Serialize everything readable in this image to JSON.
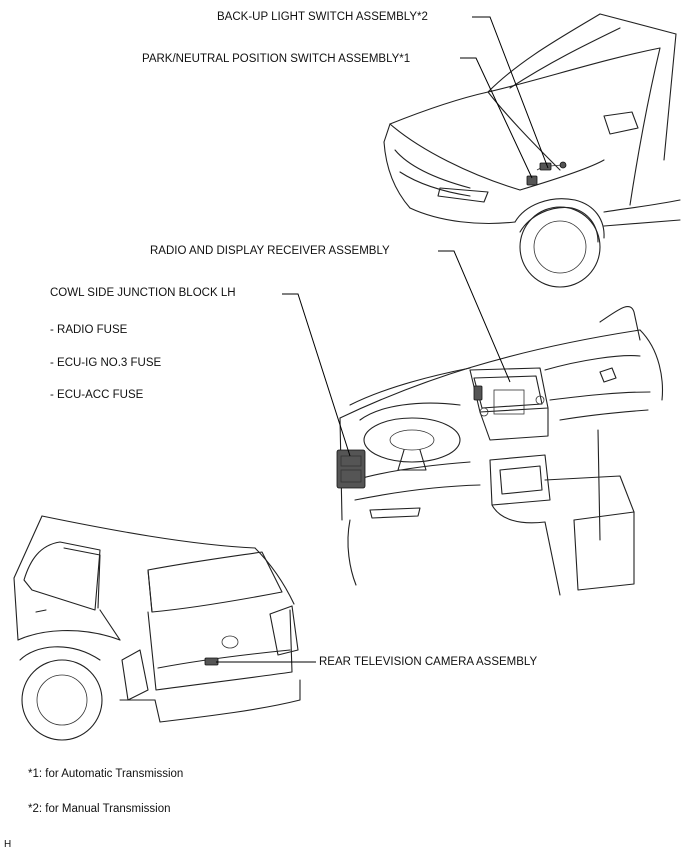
{
  "labels": {
    "backup_light_switch": "BACK-UP LIGHT SWITCH ASSEMBLY*2",
    "park_neutral_switch": "PARK/NEUTRAL POSITION SWITCH ASSEMBLY*1",
    "radio_receiver": "RADIO AND DISPLAY RECEIVER ASSEMBLY",
    "cowl_side_block": "COWL SIDE JUNCTION BLOCK LH",
    "radio_fuse": "- RADIO FUSE",
    "ecu_ig_fuse": "- ECU-IG NO.3 FUSE",
    "ecu_acc_fuse": "- ECU-ACC FUSE",
    "rear_camera": "REAR TELEVISION CAMERA ASSEMBLY"
  },
  "notes": {
    "note1": "*1: for Automatic Transmission",
    "note2": "*2: for Manual Transmission"
  },
  "figure_code": "H"
}
